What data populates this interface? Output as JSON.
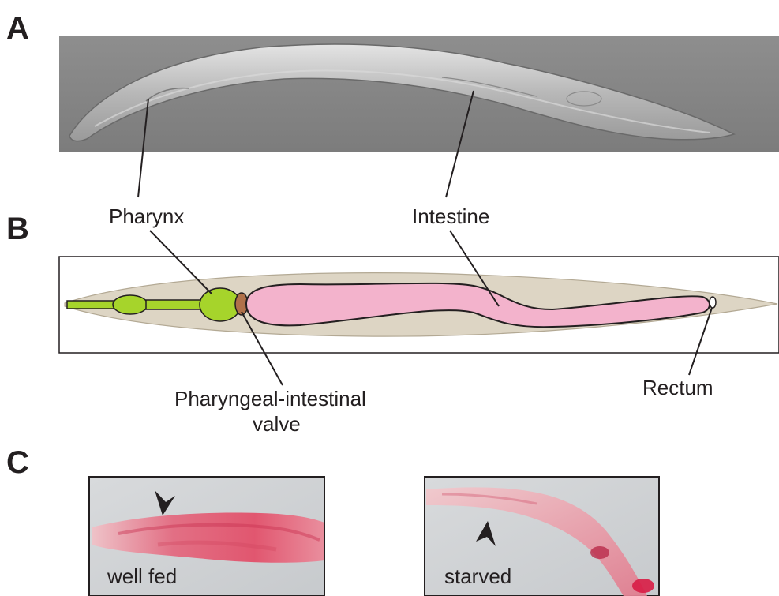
{
  "panels": {
    "a": {
      "letter": "A"
    },
    "b": {
      "letter": "B",
      "labels": {
        "pharynx": "Pharynx",
        "intestine": "Intestine",
        "valve_line1": "Pharyngeal-intestinal",
        "valve_line2": "valve",
        "rectum": "Rectum"
      }
    },
    "c": {
      "letter": "C",
      "left_caption": "well fed",
      "right_caption": "starved"
    }
  },
  "colors": {
    "body": "#ddd5c4",
    "pharynx": "#a6d42b",
    "intestine": "#f3b3cc",
    "valve": "#b0714a",
    "stain": "#e0405f",
    "photo_bg": "#cfd2d6"
  }
}
